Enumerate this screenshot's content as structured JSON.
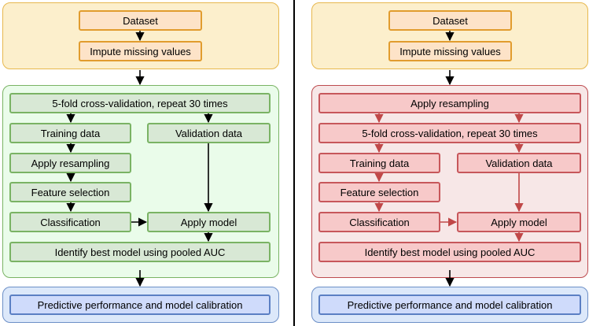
{
  "colors": {
    "yellow_region_fill": "#fcefcc",
    "yellow_region_border": "#e7b84e",
    "green_region_fill": "#eafcea",
    "green_region_border": "#7ab364",
    "red_region_fill": "#f7e7e7",
    "red_region_border": "#bd4b4f",
    "blue_region_fill": "#dce8fa",
    "blue_region_border": "#6c8fc7",
    "black_arrow": "#000000",
    "red_arrow": "#c04848"
  },
  "left": {
    "dataset": "Dataset",
    "impute": "Impute missing values",
    "cv": "5-fold cross-validation, repeat 30 times",
    "training": "Training data",
    "validation": "Validation data",
    "resampling": "Apply resampling",
    "feature_selection": "Feature selection",
    "classification": "Classification",
    "apply_model": "Apply model",
    "best_model": "Identify best model using pooled AUC",
    "performance": "Predictive performance and model calibration"
  },
  "right": {
    "dataset": "Dataset",
    "impute": "Impute missing values",
    "resampling": "Apply resampling",
    "cv": "5-fold cross-validation, repeat 30 times",
    "training": "Training data",
    "validation": "Validation data",
    "feature_selection": "Feature selection",
    "classification": "Classification",
    "apply_model": "Apply model",
    "best_model": "Identify best model using pooled AUC",
    "performance": "Predictive performance and model calibration"
  }
}
